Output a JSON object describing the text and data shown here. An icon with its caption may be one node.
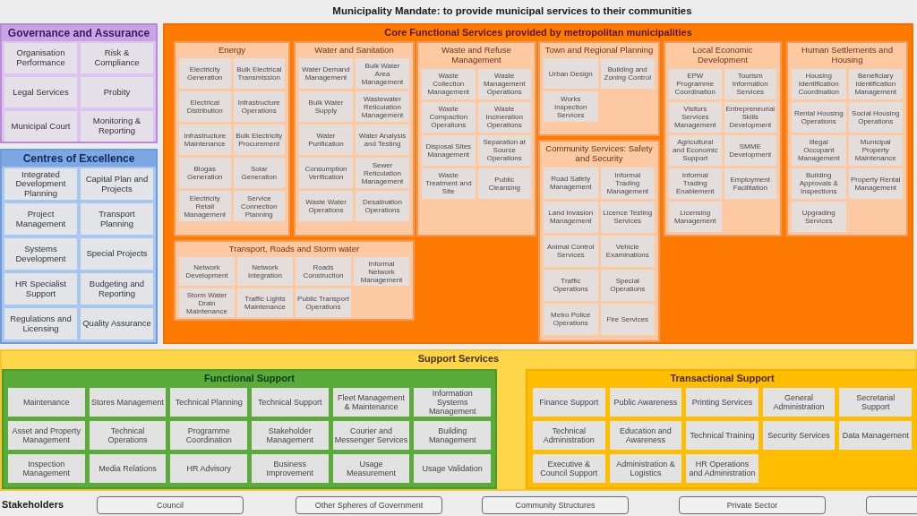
{
  "diagram": {
    "title": "Municipality Mandate: to provide municipal services to their communities",
    "nodes": [
      {
        "text": [
          "Governance and Assurance"
        ]
      },
      {
        "text": [
          "Organisation Performance"
        ],
        "in": 0
      },
      {
        "text": [
          "Risk & Compliance"
        ],
        "in": 0
      },
      {
        "text": [
          "Legal Services"
        ],
        "in": 0
      },
      {
        "text": [
          "Probity"
        ],
        "in": 0
      },
      {
        "text": [
          "Municipal Court"
        ],
        "in": 0
      },
      {
        "text": [
          "Monitoring & Reporting"
        ],
        "in": 0
      },
      {
        "text": [
          "Centres of Excellence"
        ]
      },
      {
        "text": [
          "Integrated Development Planning"
        ],
        "in": 7
      },
      {
        "text": [
          "Capital Plan and Projects"
        ],
        "in": 7
      },
      {
        "text": [
          "Project Management"
        ],
        "in": 7
      },
      {
        "text": [
          "Transport Planning"
        ],
        "in": 7
      },
      {
        "text": [
          "Systems Development"
        ],
        "in": 7
      },
      {
        "text": [
          "Special Projects"
        ],
        "in": 7
      },
      {
        "text": [
          "HR Specialist Support"
        ],
        "in": 7
      },
      {
        "text": [
          "Budgeting and Reporting"
        ],
        "in": 7
      },
      {
        "text": [
          "Regulations and Licensing"
        ],
        "in": 7
      },
      {
        "text": [
          "Quality Assurance"
        ],
        "in": 7
      },
      {
        "text": [
          "Core Functional Services provided by metropolitan municipalities"
        ]
      },
      {
        "text": [
          "Energy"
        ],
        "in": 18
      },
      {
        "text": [
          "Electricity Generation"
        ],
        "in": 19
      },
      {
        "text": [
          "Bulk Electrical Transmission"
        ],
        "in": 19
      },
      {
        "text": [
          "Electrical Distribution"
        ],
        "in": 19
      },
      {
        "text": [
          "Infrastructure Operations"
        ],
        "in": 19
      },
      {
        "text": [
          "Infrastructure Maintenance"
        ],
        "in": 19
      },
      {
        "text": [
          "Bulk Electricity Procurement"
        ],
        "in": 19
      },
      {
        "text": [
          "Biogas Generation"
        ],
        "in": 19
      },
      {
        "text": [
          "Solar Generation"
        ],
        "in": 19
      },
      {
        "text": [
          "Electricity Retail Management"
        ],
        "in": 19
      },
      {
        "text": [
          "Service Connection Planning"
        ],
        "in": 19
      },
      {
        "text": [
          "Water and Sanitation"
        ],
        "in": 18
      },
      {
        "text": [
          "Water Demand Management"
        ],
        "in": 30
      },
      {
        "text": [
          "Bulk Water Area Management"
        ],
        "in": 30
      },
      {
        "text": [
          "Bulk Water Supply"
        ],
        "in": 30
      },
      {
        "text": [
          "Wastewater Reticulation Management"
        ],
        "in": 30
      },
      {
        "text": [
          "Water Purification"
        ],
        "in": 30
      },
      {
        "text": [
          "Water Analysis and Testing"
        ],
        "in": 30
      },
      {
        "text": [
          "Consumption Verification"
        ],
        "in": 30
      },
      {
        "text": [
          "Sewer Reticulation Management"
        ],
        "in": 30
      },
      {
        "text": [
          "Waste Water Operations"
        ],
        "in": 30
      },
      {
        "text": [
          "Desalination Operations"
        ],
        "in": 30
      },
      {
        "text": [
          "Waste and Refuse Management"
        ],
        "in": 18
      },
      {
        "text": [
          "Waste Collection Management"
        ],
        "in": 41
      },
      {
        "text": [
          "Waste Management Operations"
        ],
        "in": 41
      },
      {
        "text": [
          "Waste Compaction Operations"
        ],
        "in": 41
      },
      {
        "text": [
          "Waste Incineration Operations"
        ],
        "in": 41
      },
      {
        "text": [
          "Disposal Sites Management"
        ],
        "in": 41
      },
      {
        "text": [
          "Separation at Source Operations"
        ],
        "in": 41
      },
      {
        "text": [
          "Waste Treatment and Site"
        ],
        "in": 41
      },
      {
        "text": [
          "Public Cleansing"
        ],
        "in": 41
      },
      {
        "text": [
          "Town and Regional Planning"
        ],
        "in": 18
      },
      {
        "text": [
          "Urban Design"
        ],
        "in": 50
      },
      {
        "text": [
          "Building and Zoning Control"
        ],
        "in": 50
      },
      {
        "text": [
          "Works Inspection Services"
        ],
        "in": 50
      },
      {
        "text": [
          "Local Economic Development"
        ],
        "in": 18
      },
      {
        "text": [
          "EPW Programme Coordination"
        ],
        "in": 54
      },
      {
        "text": [
          "Tourism Information Services"
        ],
        "in": 54
      },
      {
        "text": [
          "Visitors Services Management"
        ],
        "in": 54
      },
      {
        "text": [
          "Entrepreneurial Skills Development"
        ],
        "in": 54
      },
      {
        "text": [
          "Agricultural and Economic Support"
        ],
        "in": 54
      },
      {
        "text": [
          "SMME Development"
        ],
        "in": 54
      },
      {
        "text": [
          "Informal Trading Enablement"
        ],
        "in": 54
      },
      {
        "text": [
          "Employment Facilitation"
        ],
        "in": 54
      },
      {
        "text": [
          "Licensing Management"
        ],
        "in": 54
      },
      {
        "text": [
          "Human Settlements and Housing"
        ],
        "in": 18
      },
      {
        "text": [
          "Housing Identification Coordination"
        ],
        "in": 64
      },
      {
        "text": [
          "Beneficiary Identification Management"
        ],
        "in": 64
      },
      {
        "text": [
          "Rental Housing Operations"
        ],
        "in": 64
      },
      {
        "text": [
          "Social Housing Operations"
        ],
        "in": 64
      },
      {
        "text": [
          "Illegal Occupant Management"
        ],
        "in": 64
      },
      {
        "text": [
          "Municipal Property Maintenance"
        ],
        "in": 64
      },
      {
        "text": [
          "Building Approvals & Inspections"
        ],
        "in": 64
      },
      {
        "text": [
          "Property Rental Management"
        ],
        "in": 64
      },
      {
        "text": [
          "Upgrading Services"
        ],
        "in": 64
      },
      {
        "text": [
          "Transport, Roads and Storm water"
        ],
        "in": 18
      },
      {
        "text": [
          "Network Development"
        ],
        "in": 74
      },
      {
        "text": [
          "Network Integration"
        ],
        "in": 74
      },
      {
        "text": [
          "Roads Construction"
        ],
        "in": 74
      },
      {
        "text": [
          "Informal Network Management"
        ],
        "in": 74
      },
      {
        "text": [
          "Storm Water Drain Maintenance"
        ],
        "in": 74
      },
      {
        "text": [
          "Traffic Lights Maintenance"
        ],
        "in": 74
      },
      {
        "text": [
          "Public Transport Operations"
        ],
        "in": 74
      },
      {
        "text": [
          "Community Services: Safety and Security"
        ],
        "in": 18
      },
      {
        "text": [
          "Road Safety Management"
        ],
        "in": 82
      },
      {
        "text": [
          "Informal Trading Management"
        ],
        "in": 82
      },
      {
        "text": [
          "Land Invasion Management"
        ],
        "in": 82
      },
      {
        "text": [
          "Licence Testing Services"
        ],
        "in": 82
      },
      {
        "text": [
          "Animal Control Services"
        ],
        "in": 82
      },
      {
        "text": [
          "Vehicle Examinations"
        ],
        "in": 82
      },
      {
        "text": [
          "Traffic Operations"
        ],
        "in": 82
      },
      {
        "text": [
          "Special Operations"
        ],
        "in": 82
      },
      {
        "text": [
          "Metro Police Operations"
        ],
        "in": 82
      },
      {
        "text": [
          "Fire Services"
        ],
        "in": 82
      },
      {
        "text": [
          "Support Services"
        ]
      },
      {
        "text": [
          "Functional Support"
        ],
        "in": 93
      },
      {
        "text": [
          "Maintenance"
        ],
        "in": 94
      },
      {
        "text": [
          "Stores Management"
        ],
        "in": 94
      },
      {
        "text": [
          "Technical Planning"
        ],
        "in": 94
      },
      {
        "text": [
          "Technical Support"
        ],
        "in": 94
      },
      {
        "text": [
          "Fleet Management & Maintenance"
        ],
        "in": 94
      },
      {
        "text": [
          "Information Systems Management"
        ],
        "in": 94
      },
      {
        "text": [
          "Asset and Property Management"
        ],
        "in": 94
      },
      {
        "text": [
          "Technical Operations"
        ],
        "in": 94
      },
      {
        "text": [
          "Programme Coordination"
        ],
        "in": 94
      },
      {
        "text": [
          "Stakeholder Management"
        ],
        "in": 94
      },
      {
        "text": [
          "Courier and Messenger Services"
        ],
        "in": 94
      },
      {
        "text": [
          "Building Management"
        ],
        "in": 94
      },
      {
        "text": [
          "Inspection Management"
        ],
        "in": 94
      },
      {
        "text": [
          "Media Relations"
        ],
        "in": 94
      },
      {
        "text": [
          "HR Advisory"
        ],
        "in": 94
      },
      {
        "text": [
          "Business Improvement"
        ],
        "in": 94
      },
      {
        "text": [
          "Usage Measurement"
        ],
        "in": 94
      },
      {
        "text": [
          "Usage Validation"
        ],
        "in": 94
      },
      {
        "text": [
          "Transactional Support"
        ],
        "in": 93
      },
      {
        "text": [
          "Finance Support"
        ],
        "in": 113
      },
      {
        "text": [
          "Public Awareness"
        ],
        "in": 113
      },
      {
        "text": [
          "Printing Services"
        ],
        "in": 113
      },
      {
        "text": [
          "General Administration"
        ],
        "in": 113
      },
      {
        "text": [
          "Secretarial Support"
        ],
        "in": 113
      },
      {
        "text": [
          "Technical Administration"
        ],
        "in": 113
      },
      {
        "text": [
          "Education and Awareness"
        ],
        "in": 113
      },
      {
        "text": [
          "Technical Training"
        ],
        "in": 113
      },
      {
        "text": [
          "Security Services"
        ],
        "in": 113
      },
      {
        "text": [
          "Data Management"
        ],
        "in": 113
      },
      {
        "text": [
          "Executive & Council Support"
        ],
        "in": 113
      },
      {
        "text": [
          "Administration & Logistics"
        ],
        "in": 113
      },
      {
        "text": [
          "HR Operations and Administration"
        ],
        "in": 113
      },
      {
        "text": [
          "Council"
        ]
      },
      {
        "text": [
          "Other Spheres of Government"
        ]
      },
      {
        "text": [
          "Community Structures"
        ]
      },
      {
        "text": [
          "Private Sector"
        ]
      },
      {
        "text": [],
        "shape": "box"
      }
    ],
    "labels": [
      "Stakeholders"
    ]
  }
}
